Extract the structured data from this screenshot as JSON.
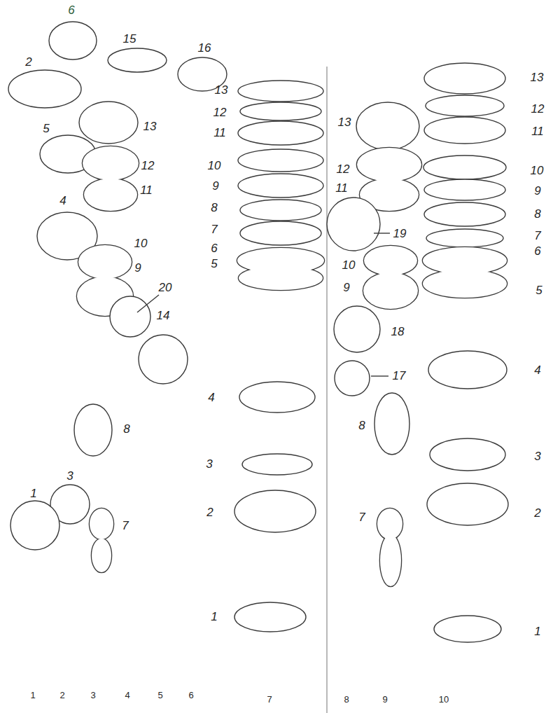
{
  "diagram": {
    "labels": [
      "6",
      "15",
      "16",
      "2",
      "13",
      "5",
      "12",
      "11",
      "4",
      "10",
      "9",
      "20",
      "14",
      "8",
      "3",
      "1",
      "7",
      "13",
      "12",
      "11",
      "10",
      "9",
      "8",
      "7",
      "6",
      "5",
      "4",
      "3",
      "2",
      "1",
      "13",
      "12",
      "11",
      "19",
      "10",
      "9",
      "18",
      "17",
      "8",
      "7",
      "13",
      "12",
      "11",
      "10",
      "9",
      "8",
      "7",
      "6",
      "5",
      "4",
      "3",
      "2",
      "1",
      "1",
      "2",
      "3",
      "4",
      "5",
      "6",
      "7",
      "8",
      "9",
      "10"
    ]
  }
}
